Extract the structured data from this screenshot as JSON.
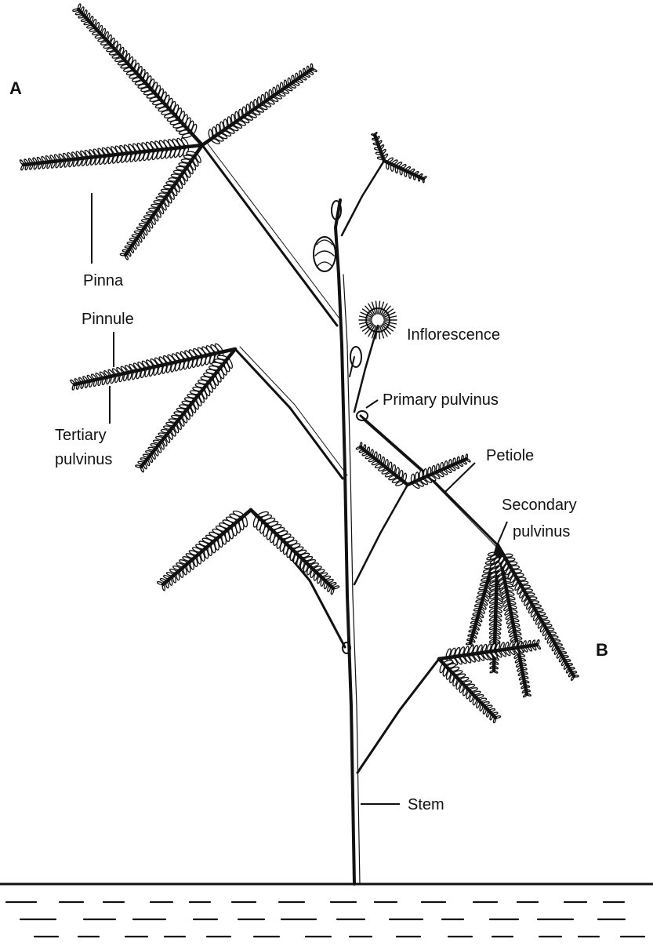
{
  "labels": {
    "view_a": "A",
    "view_b": "B",
    "pinna": "Pinna",
    "pinnule": "Pinnule",
    "tertiary_pulvinus_line1": "Tertiary",
    "tertiary_pulvinus_line2": "pulvinus",
    "inflorescence": "Inflorescence",
    "primary_pulvinus": "Primary pulvinus",
    "petiole": "Petiole",
    "secondary_pulvinus_line1": "Secondary",
    "secondary_pulvinus_line2": "pulvinus",
    "stem": "Stem"
  },
  "colors": {
    "ink": "#111111",
    "paper": "#ffffff"
  }
}
